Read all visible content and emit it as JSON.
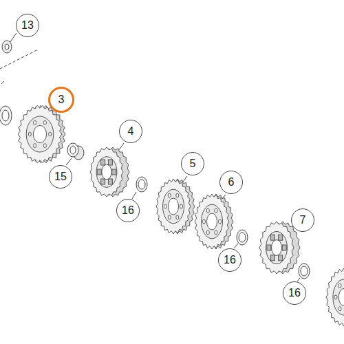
{
  "diagram": {
    "labels": [
      "13",
      "3",
      "4",
      "15",
      "5",
      "16",
      "6",
      "16",
      "7",
      "16"
    ]
  }
}
